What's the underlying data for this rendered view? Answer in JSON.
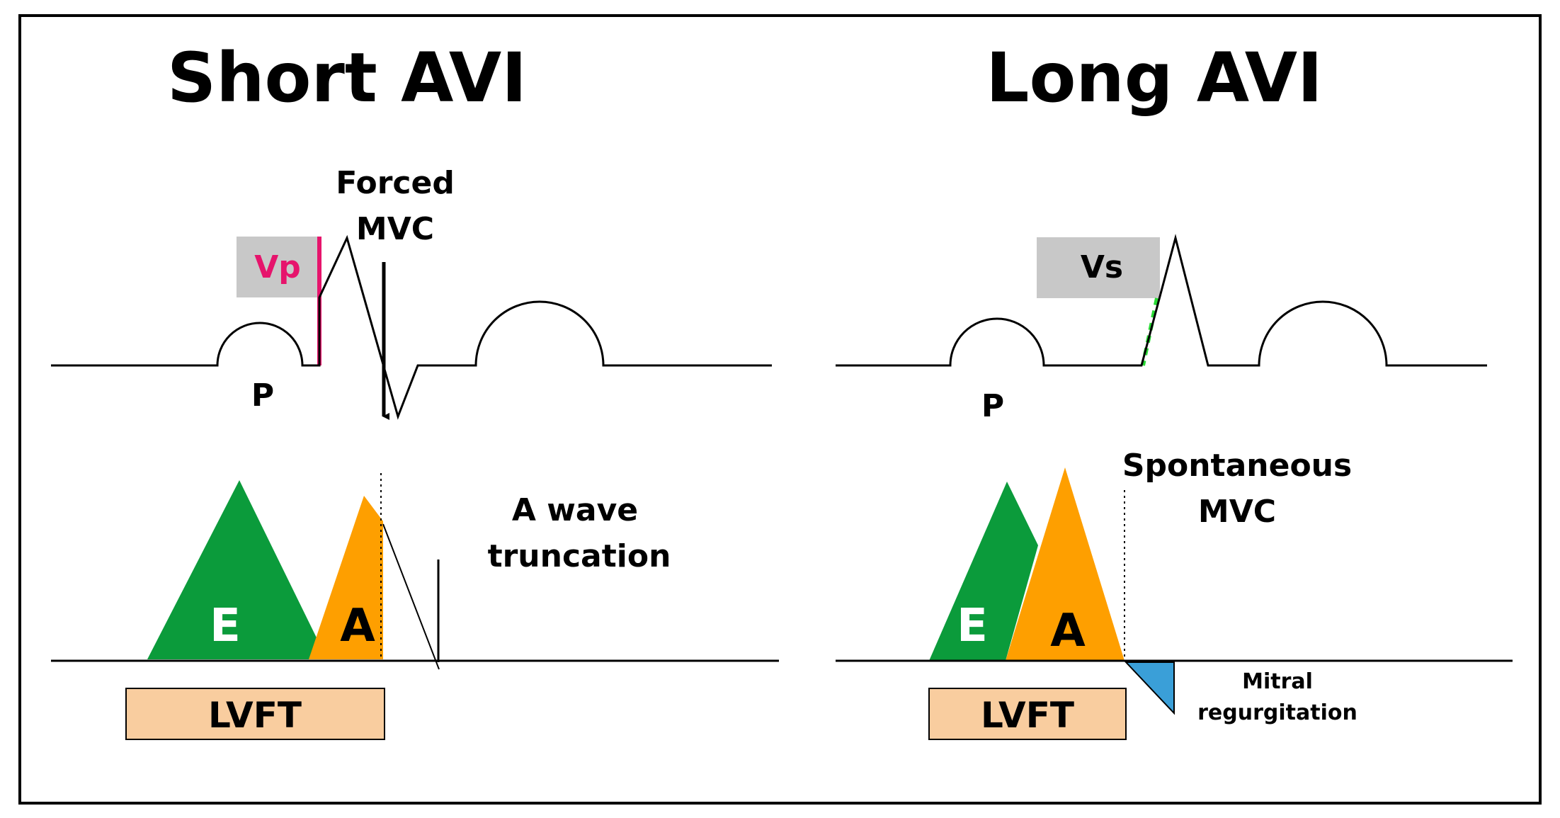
{
  "colors": {
    "frame": "#000000",
    "e_wave": "#0b9b3b",
    "a_wave": "#fe9f00",
    "lvft_box": "#f9cd9f",
    "marker_box": "#c8c8c8",
    "vp_marker": "#e6146c",
    "vs_marker": "#2ad936",
    "regurgitation": "#3a9fd8"
  },
  "short_avi": {
    "title": "Short AVI",
    "forced_label_line1": "Forced",
    "forced_label_line2": "MVC",
    "marker_label": "Vp",
    "p_label": "P",
    "truncation_line1": "A wave",
    "truncation_line2": "truncation",
    "e_label": "E",
    "a_label": "A",
    "lvft_label": "LVFT"
  },
  "long_avi": {
    "title": "Long AVI",
    "marker_label": "Vs",
    "p_label": "P",
    "spontaneous_line1": "Spontaneous",
    "spontaneous_line2": "MVC",
    "e_label": "E",
    "a_label": "A",
    "lvft_label": "LVFT",
    "mitral_line1": "Mitral",
    "mitral_line2": "regurgitation"
  }
}
